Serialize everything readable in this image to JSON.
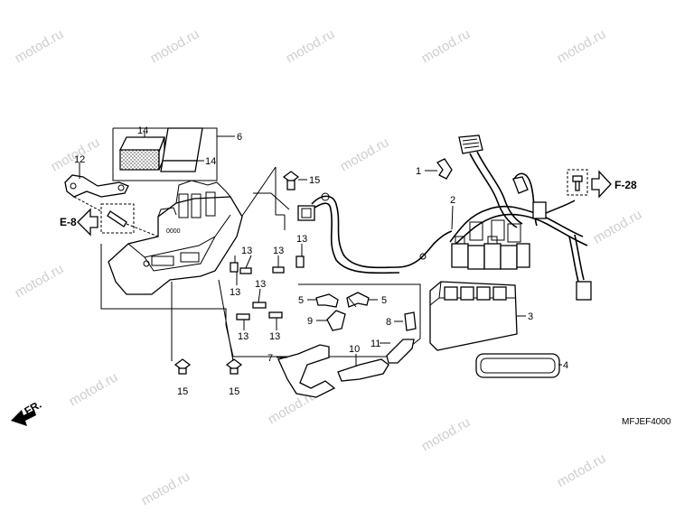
{
  "watermark": "motod.ru",
  "diagram_code": "MFJEF4000",
  "direction_label": "FR.",
  "references": {
    "e8": "E-8",
    "f28": "F-28"
  },
  "callouts": {
    "c1": "1",
    "c2": "2",
    "c3": "3",
    "c4": "4",
    "c5a": "5",
    "c5b": "5",
    "c6": "6",
    "c7": "7",
    "c8": "8",
    "c9": "9",
    "c10": "10",
    "c11": "11",
    "c12": "12",
    "c13a": "13",
    "c13b": "13",
    "c13c": "13",
    "c13d": "13",
    "c13e": "13",
    "c13f": "13",
    "c13g": "13",
    "c14a": "14",
    "c14b": "14",
    "c15a": "15",
    "c15b": "15",
    "c15c": "15"
  }
}
